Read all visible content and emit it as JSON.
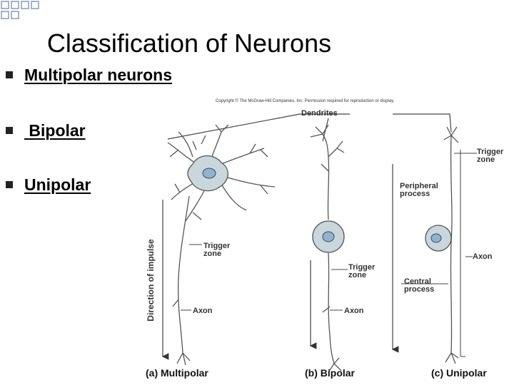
{
  "slide": {
    "title": "Classification of Neurons",
    "bullets": [
      {
        "label": "Multipolar neurons"
      },
      {
        "label": " Bipolar"
      },
      {
        "label": "Unipolar"
      }
    ]
  },
  "figure": {
    "copyright": "Copyright © The McGraw-Hill Companies, Inc. Permission required for reproduction or display.",
    "labels": {
      "dendrites": "Dendrites",
      "trigger_zone_unipolar": [
        "Trigger",
        "zone"
      ],
      "peripheral_process": [
        "Peripheral",
        "process"
      ],
      "direction_of_impulse": "Direction of impulse",
      "trigger_zone_multipolar": [
        "Trigger",
        "zone"
      ],
      "trigger_zone_bipolar": [
        "Trigger",
        "zone"
      ],
      "axon_multipolar": "Axon",
      "axon_bipolar": "Axon",
      "axon_unipolar": "Axon",
      "central_process": [
        "Central",
        "process"
      ]
    },
    "captions": {
      "multipolar": "(a) Multipolar",
      "bipolar": "(b) Bipolar",
      "unipolar": "(c) Unipolar"
    }
  },
  "colors": {
    "cell_body": "#c9d7dd",
    "nucleus": "#8fb4cc",
    "decor_square": "#8a9ab8"
  }
}
